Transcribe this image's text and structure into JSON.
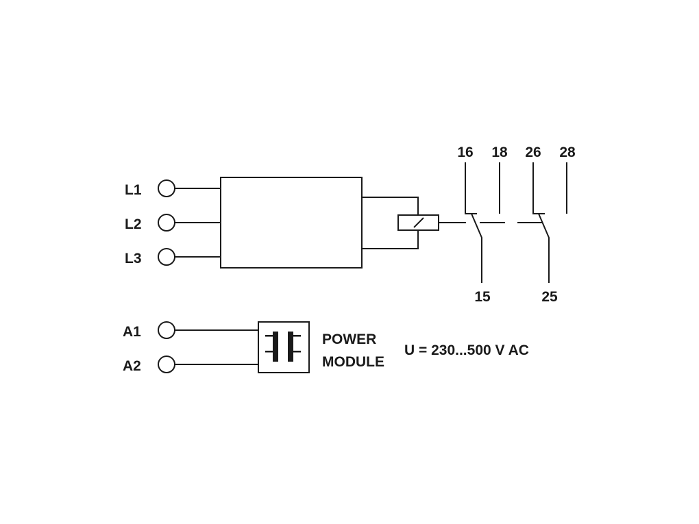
{
  "inputs": {
    "l1": "L1",
    "l2": "L2",
    "l3": "L3",
    "a1": "A1",
    "a2": "A2"
  },
  "contacts": {
    "c16": "16",
    "c18": "18",
    "c26": "26",
    "c28": "28",
    "c15": "15",
    "c25": "25"
  },
  "module": {
    "line1": "POWER",
    "line2": "MODULE"
  },
  "voltage": "U = 230...500 V AC",
  "colors": {
    "line": "#1a1a1a",
    "background": "#ffffff"
  }
}
